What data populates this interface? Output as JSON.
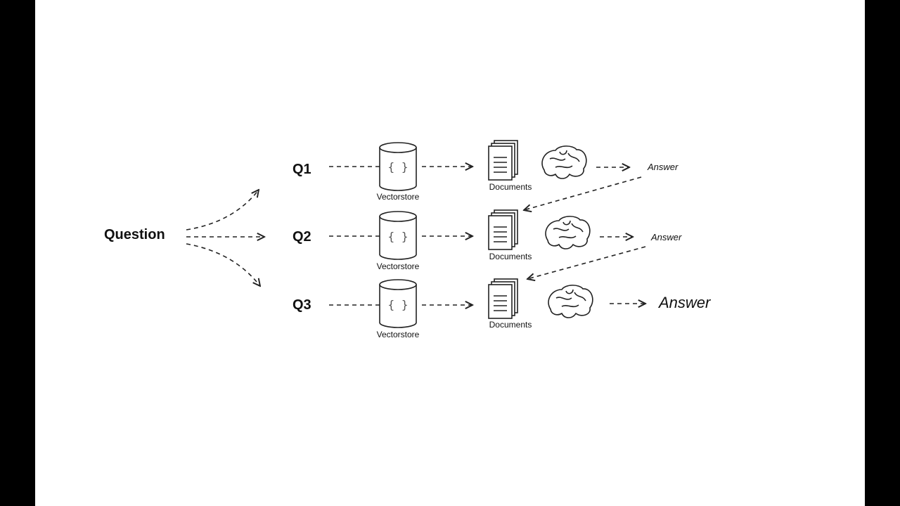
{
  "diagram": {
    "question": "Question",
    "rows": [
      {
        "q": "Q1",
        "store": "Vectorstore",
        "docs": "Documents",
        "answer": "Answer"
      },
      {
        "q": "Q2",
        "store": "Vectorstore",
        "docs": "Documents",
        "answer": "Answer"
      },
      {
        "q": "Q3",
        "store": "Vectorstore",
        "docs": "Documents",
        "answer": "Answer"
      }
    ],
    "braces": "{ }"
  }
}
